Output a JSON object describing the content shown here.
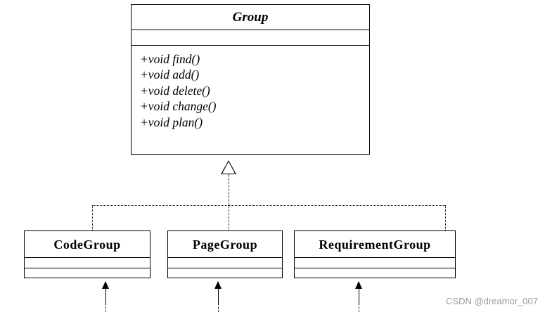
{
  "diagram": {
    "type": "uml-class-diagram",
    "parent": {
      "name": "Group",
      "stereotype_italic": true,
      "attributes": [],
      "operations": [
        "+void find()",
        "+void add()",
        "+void delete()",
        "+void change()",
        "+void plan()"
      ]
    },
    "children": [
      {
        "name": "CodeGroup",
        "attributes": [],
        "operations": []
      },
      {
        "name": "PageGroup",
        "attributes": [],
        "operations": []
      },
      {
        "name": "RequirementGroup",
        "attributes": [],
        "operations": []
      }
    ],
    "relations": {
      "generalization": "hollow-triangle-dotted",
      "child_incoming": "solid-arrow-up"
    }
  },
  "watermark": {
    "text": "CSDN @dreamor_007"
  }
}
